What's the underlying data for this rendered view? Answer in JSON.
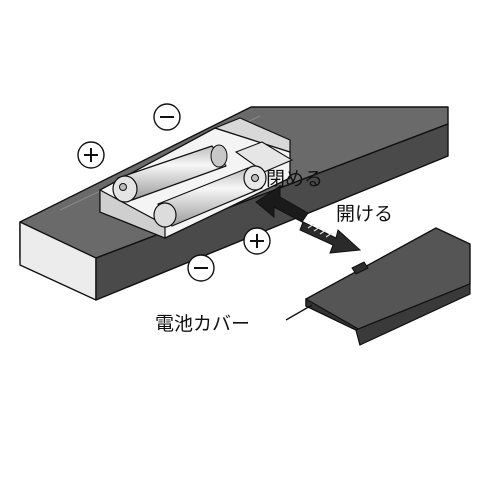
{
  "labels": {
    "close": "閉める",
    "open": "開ける",
    "cover": "電池カバー"
  },
  "polarity": {
    "minus_top": "−",
    "plus_left": "+",
    "plus_right": "+",
    "minus_bottom": "−"
  },
  "colors": {
    "housing_top": "#6a6a6a",
    "housing_front": "#ececec",
    "housing_side": "#4a4a4a",
    "cover": "#555555",
    "battery": "#dcdcdc",
    "outline": "#111111"
  }
}
